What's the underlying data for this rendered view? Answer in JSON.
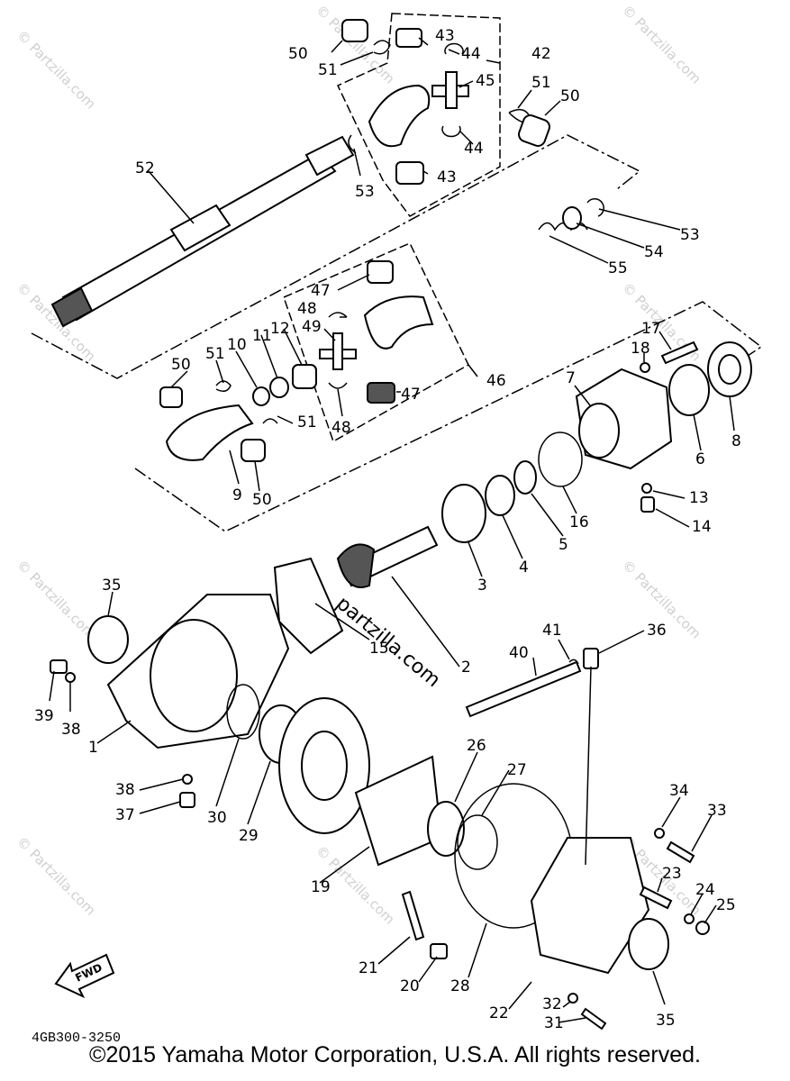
{
  "watermark": "© Partzilla.com",
  "site_text": "partzilla.com",
  "fwd_label": "FWD",
  "catalog_code": "4GB300-3250",
  "copyright": "©2015 Yamaha Motor Corporation, U.S.A. All rights reserved.",
  "callouts": {
    "c50a": "50",
    "c51a": "51",
    "c43a": "43",
    "c44a": "44",
    "c42": "42",
    "c45": "45",
    "c51b": "51",
    "c50b": "50",
    "c44b": "44",
    "c43b": "43",
    "c52": "52",
    "c53a": "53",
    "c53b": "53",
    "c54": "54",
    "c55": "55",
    "c47a": "47",
    "c48a": "48",
    "c49": "49",
    "c47b": "47",
    "c48b": "48",
    "c46": "46",
    "c50c": "50",
    "c51c": "51",
    "c10": "10",
    "c11": "11",
    "c12": "12",
    "c51d": "51",
    "c9": "9",
    "c50d": "50",
    "c17": "17",
    "c18": "18",
    "c7": "7",
    "c6": "6",
    "c8": "8",
    "c13": "13",
    "c14": "14",
    "c16": "16",
    "c5": "5",
    "c4": "4",
    "c3": "3",
    "c35a": "35",
    "c15": "15",
    "c2": "2",
    "c41": "41",
    "c36": "36",
    "c40": "40",
    "c39": "39",
    "c38a": "38",
    "c1": "1",
    "c38b": "38",
    "c37": "37",
    "c30": "30",
    "c29": "29",
    "c26": "26",
    "c27": "27",
    "c34": "34",
    "c33": "33",
    "c23": "23",
    "c24": "24",
    "c25": "25",
    "c19": "19",
    "c21": "21",
    "c20": "20",
    "c28": "28",
    "c22": "22",
    "c32": "32",
    "c31": "31",
    "c35b": "35"
  }
}
